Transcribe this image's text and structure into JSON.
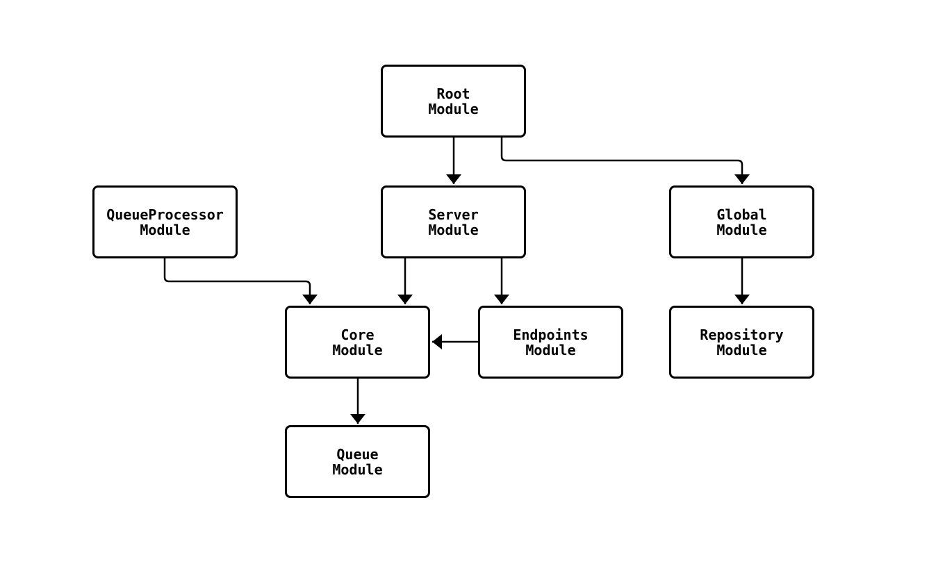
{
  "diagram": {
    "kind": "module-dependency-flowchart",
    "colors": {
      "background": "#ffffff",
      "node_fill": "#ffffff",
      "node_border": "#000000",
      "edge": "#000000",
      "text": "#000000"
    },
    "nodes": [
      {
        "id": "root",
        "lines": [
          "Root",
          "Module"
        ]
      },
      {
        "id": "queueprocessor",
        "lines": [
          "QueueProcessor",
          "Module"
        ]
      },
      {
        "id": "server",
        "lines": [
          "Server",
          "Module"
        ]
      },
      {
        "id": "global",
        "lines": [
          "Global",
          "Module"
        ]
      },
      {
        "id": "core",
        "lines": [
          "Core",
          "Module"
        ]
      },
      {
        "id": "endpoints",
        "lines": [
          "Endpoints",
          "Module"
        ]
      },
      {
        "id": "repository",
        "lines": [
          "Repository",
          "Module"
        ]
      },
      {
        "id": "queue",
        "lines": [
          "Queue",
          "Module"
        ]
      }
    ],
    "edges": [
      {
        "from": "root",
        "to": "server"
      },
      {
        "from": "root",
        "to": "global"
      },
      {
        "from": "queueprocessor",
        "to": "core"
      },
      {
        "from": "server",
        "to": "core"
      },
      {
        "from": "server",
        "to": "endpoints"
      },
      {
        "from": "endpoints",
        "to": "core"
      },
      {
        "from": "global",
        "to": "repository"
      },
      {
        "from": "core",
        "to": "queue"
      }
    ]
  }
}
